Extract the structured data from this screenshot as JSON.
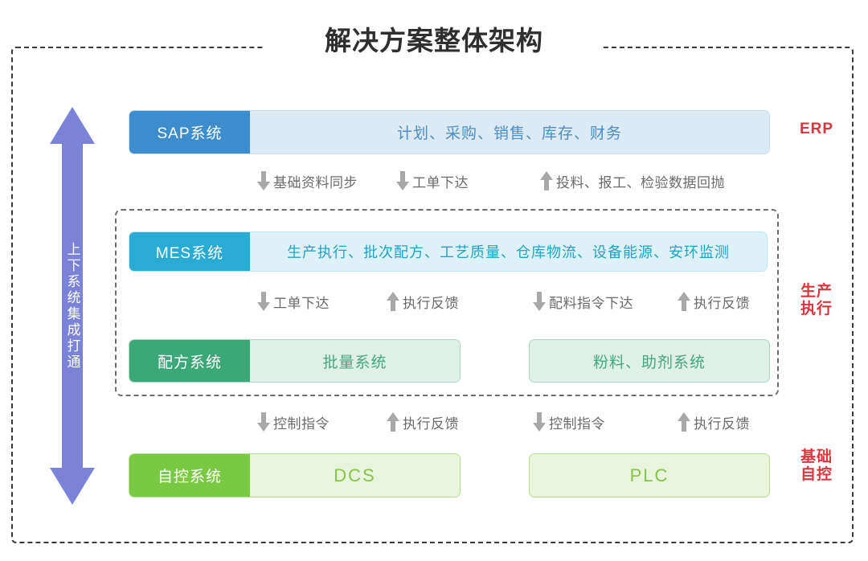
{
  "title": "解决方案整体架构",
  "colors": {
    "sap_tag": "#3c8dcd",
    "sap_body": "#dceaf6",
    "mes_tag": "#29abd6",
    "mes_body": "#ddf2f8",
    "recipe_tag": "#3aa878",
    "recipe_body": "#dff0e8",
    "auto_tag": "#7ac943",
    "auto_body": "#e9f4dc",
    "side_label": "#d9363e",
    "vertical_arrow": "#7b83d8",
    "annotation_arrow": "#a8a8a8"
  },
  "vertical_arrow": {
    "label": "上下系统集成打通",
    "icon": "double-headed-vertical-arrow-icon"
  },
  "layers": {
    "sap": {
      "tag": "SAP系统",
      "body": "计划、采购、销售、库存、财务"
    },
    "mes": {
      "tag": "MES系统",
      "body": "生产执行、批次配方、工艺质量、仓库物流、设备能源、安环监测"
    },
    "recipe": {
      "tag": "配方系统",
      "body": "批量系统",
      "right": "粉料、助剂系统"
    },
    "auto": {
      "tag": "自控系统",
      "body": "DCS",
      "right": "PLC"
    }
  },
  "annotations": {
    "sap_to_mes": [
      {
        "direction": "down",
        "icon": "arrow-down-icon",
        "label": "基础资料同步"
      },
      {
        "direction": "down",
        "icon": "arrow-down-icon",
        "label": "工单下达"
      },
      {
        "direction": "up",
        "icon": "arrow-up-icon",
        "label": "投料、报工、检验数据回抛"
      }
    ],
    "mes_to_recipe": [
      {
        "direction": "down",
        "icon": "arrow-down-icon",
        "label": "工单下达"
      },
      {
        "direction": "up",
        "icon": "arrow-up-icon",
        "label": "执行反馈"
      },
      {
        "direction": "down",
        "icon": "arrow-down-icon",
        "label": "配料指令下达"
      },
      {
        "direction": "up",
        "icon": "arrow-up-icon",
        "label": "执行反馈"
      }
    ],
    "recipe_to_auto": [
      {
        "direction": "down",
        "icon": "arrow-down-icon",
        "label": "控制指令"
      },
      {
        "direction": "up",
        "icon": "arrow-up-icon",
        "label": "执行反馈"
      },
      {
        "direction": "down",
        "icon": "arrow-down-icon",
        "label": "控制指令"
      },
      {
        "direction": "up",
        "icon": "arrow-up-icon",
        "label": "执行反馈"
      }
    ]
  },
  "side_labels": {
    "erp": "ERP",
    "production_line1": "生产",
    "production_line2": "执行",
    "base_line1": "基础",
    "base_line2": "自控"
  }
}
